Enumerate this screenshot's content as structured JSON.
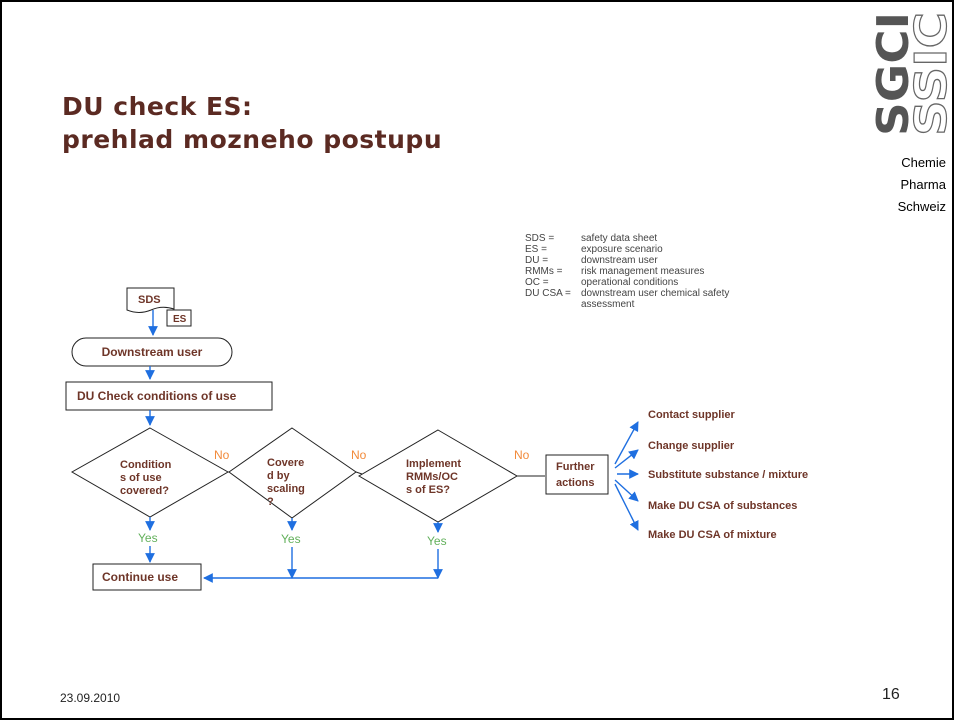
{
  "title": {
    "line1": "DU check ES:",
    "line2": "prehlad mozneho postupu"
  },
  "logo": {
    "text_top": "SGCI",
    "text_bottom": "SSIC"
  },
  "tagline": [
    "Chemie",
    "Pharma",
    "Schweiz"
  ],
  "legend": [
    {
      "abbr": "SDS =",
      "definition": "safety data sheet"
    },
    {
      "abbr": "ES =",
      "definition": "exposure scenario"
    },
    {
      "abbr": "DU =",
      "definition": "downstream user"
    },
    {
      "abbr": "RMMs =",
      "definition": "risk management measures"
    },
    {
      "abbr": "OC =",
      "definition": "operational conditions"
    },
    {
      "abbr": "DU CSA =",
      "definition": "downstream user chemical safety"
    }
  ],
  "legend_continuation": "assessment",
  "flow": {
    "sds": "SDS",
    "es": "ES",
    "downstream_user": "Downstream user",
    "check_conditions": "DU  Check conditions of  use",
    "decision1": [
      "Condition",
      "s of use",
      "covered?"
    ],
    "decision2": [
      "Covere",
      "d by",
      "scaling",
      "?"
    ],
    "decision3": [
      "Implement",
      "RMMs/OC",
      "s    of ES?"
    ],
    "further_actions": [
      "Further",
      "actions"
    ],
    "continue_use": "Continue use",
    "no_label": "No",
    "yes_label": "Yes",
    "actions": [
      "Contact supplier",
      "Change supplier",
      "Substitute substance / mixture",
      "Make DU CSA of substances",
      "Make DU CSA of mixture"
    ]
  },
  "footer": {
    "date": "23.09.2010",
    "page": "16"
  },
  "colors": {
    "title": "#5b2a22",
    "label": "#6e3528",
    "arrow": "#1f6fe0",
    "no": "#f28a3a",
    "yes": "#62b05b"
  }
}
